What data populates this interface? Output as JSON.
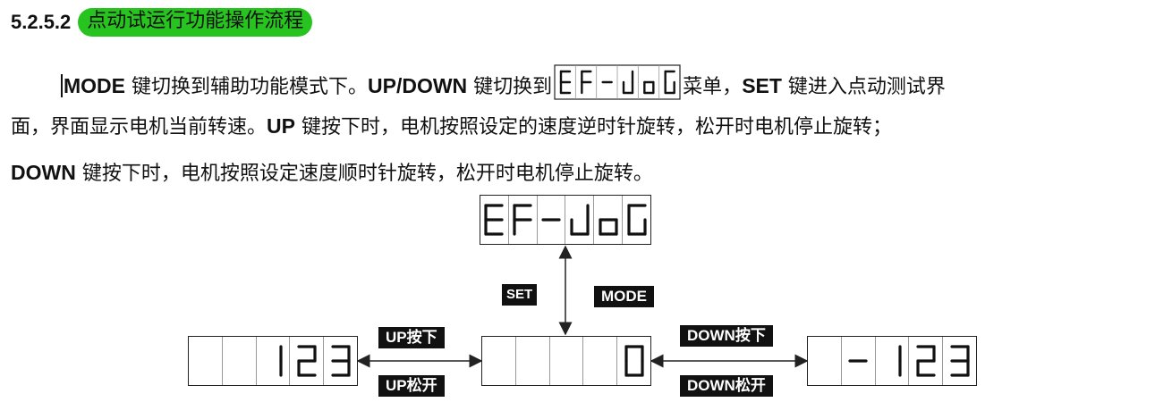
{
  "heading": {
    "number": "5.2.5.2",
    "title": "点动试运行功能操作流程"
  },
  "paragraph": {
    "line1_key1": "MODE",
    "line1_text1": " 键切换到辅助功能模式下。",
    "line1_key2": "UP/DOWN",
    "line1_text2": " 键切换到",
    "line1_text3": "菜单，",
    "line1_key3": "SET",
    "line1_text4": " 键进入点动测试界",
    "line2_text1": "面，界面显示电机当前转速。",
    "line2_key1": "UP",
    "line2_text2": " 键按下时，电机按照设定的速度逆时针旋转，松开时电机停止旋转；",
    "line3_key1": "DOWN",
    "line3_text1": " 键按下时，电机按照设定速度顺时针旋转，松开时电机停止旋转。"
  },
  "displays": {
    "menu": "EF-JoG",
    "left": "  123",
    "center": "    0",
    "right": " -123"
  },
  "labels": {
    "set": "SET",
    "mode": "MODE",
    "up_press": "UP按下",
    "up_release": "UP松开",
    "down_press": "DOWN按下",
    "down_release": "DOWN松开"
  }
}
